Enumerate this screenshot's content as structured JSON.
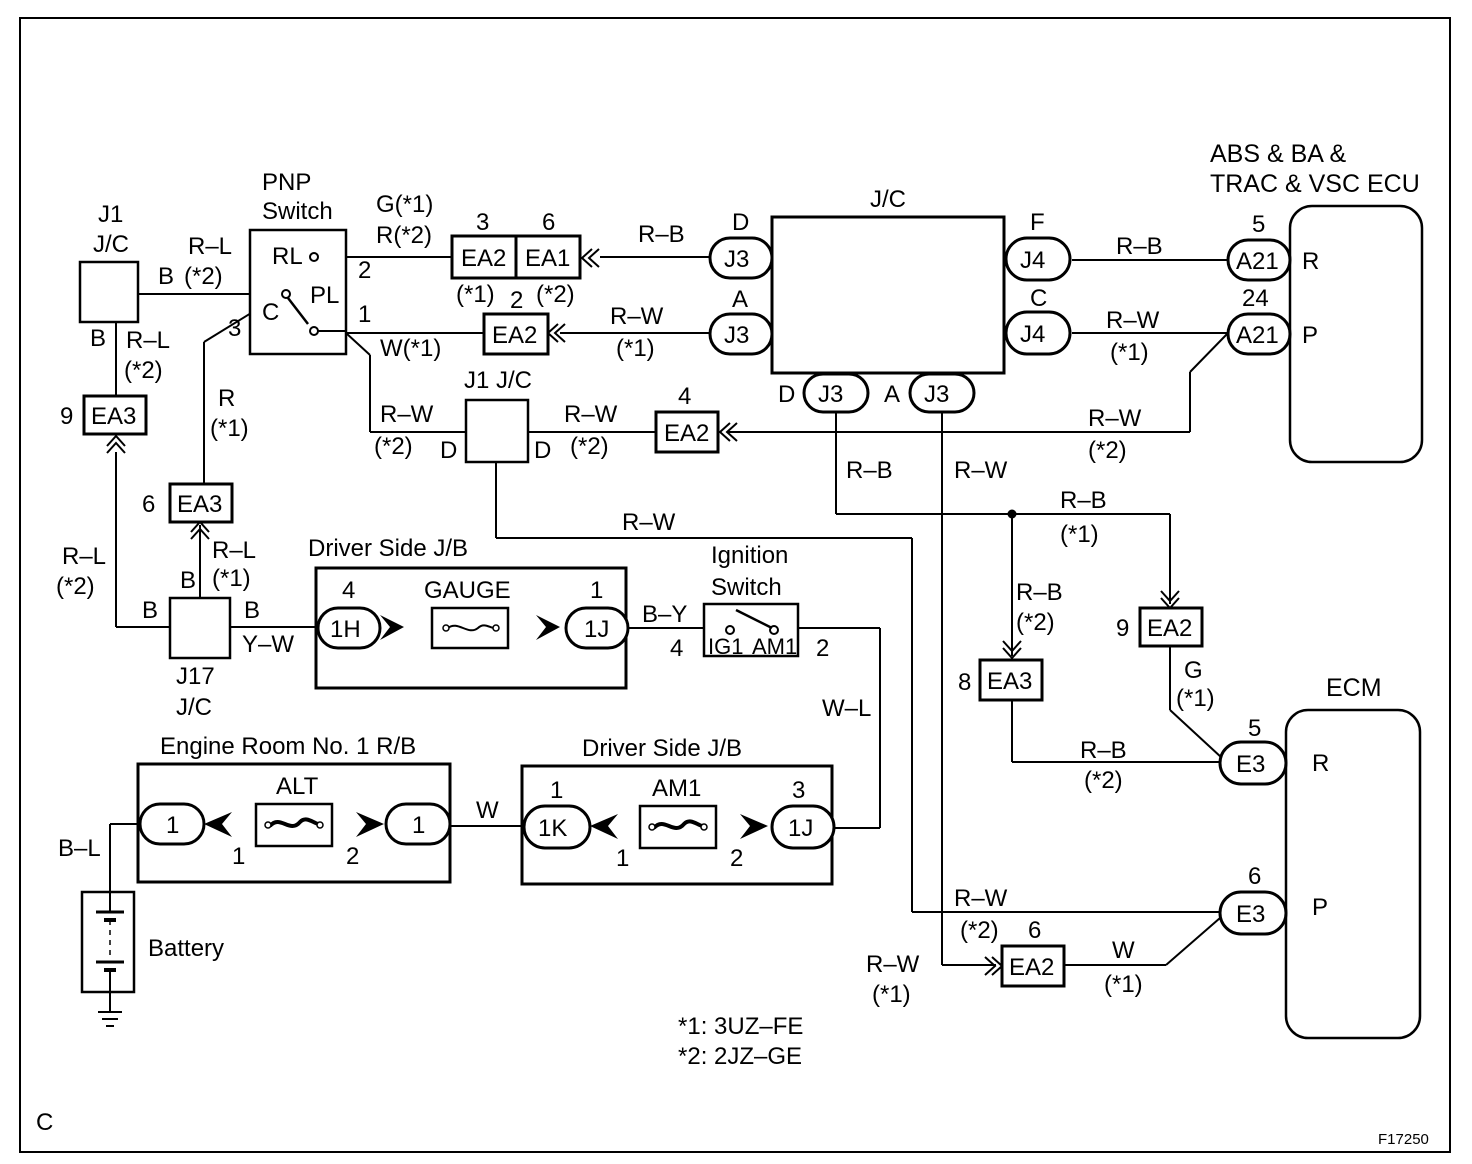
{
  "corner_label": "C",
  "figure_code": "F17250",
  "notes": {
    "n1": "*1: 3UZ–FE",
    "n2": "*2: 2JZ–GE"
  },
  "components": {
    "abs_ecu": {
      "line1": "ABS & BA &",
      "line2": "TRAC & VSC ECU",
      "term_r": "R",
      "term_p": "P"
    },
    "jc_main": {
      "title": "J/C"
    },
    "pnp_switch": {
      "line1": "PNP",
      "line2": "Switch",
      "rl": "RL",
      "pl": "PL",
      "c": "C"
    },
    "j1_jc_left": {
      "line1": "J1",
      "line2": "J/C"
    },
    "j1_jc_mid": {
      "title": "J1 J/C"
    },
    "j17_jc": {
      "line1": "J17",
      "line2": "J/C"
    },
    "driver_jb_gauge": {
      "title": "Driver Side J/B",
      "fuse": "GAUGE"
    },
    "ignition_switch": {
      "line1": "Ignition",
      "line2": "Switch",
      "ig1": "IG1",
      "am1": "AM1"
    },
    "engine_rb": {
      "title": "Engine Room No. 1 R/B",
      "fuse": "ALT"
    },
    "driver_jb_am1": {
      "title": "Driver Side J/B",
      "fuse": "AM1"
    },
    "battery": {
      "title": "Battery"
    },
    "ecm": {
      "title": "ECM",
      "term_r": "R",
      "term_p": "P"
    }
  },
  "connectors": {
    "EA2": "EA2",
    "EA1": "EA1",
    "EA3": "EA3",
    "J3": "J3",
    "J4": "J4",
    "A21": "A21",
    "E3": "E3",
    "1H": "1H",
    "1J": "1J",
    "1K": "1K",
    "one": "1"
  },
  "pins": {
    "p1": "1",
    "p2": "2",
    "p3": "3",
    "p4": "4",
    "p5": "5",
    "p6": "6",
    "p8": "8",
    "p9": "9",
    "p24": "24",
    "A": "A",
    "B": "B",
    "C": "C",
    "D": "D",
    "F": "F"
  },
  "wires": {
    "RB": "R–B",
    "RW": "R–W",
    "RL": "R–L",
    "R": "R",
    "G": "G",
    "W": "W",
    "B": "B",
    "BL": "B–L",
    "BY": "B–Y",
    "YW": "Y–W",
    "WL": "W–L",
    "G1": "G(*1)",
    "R2": "R(*2)",
    "W1": "W(*1)",
    "s1": "(*1)",
    "s2": "(*2)",
    "s_1": "*1",
    "s_2": "*2"
  },
  "colors": {
    "ink": "#000000",
    "paper": "#ffffff"
  }
}
